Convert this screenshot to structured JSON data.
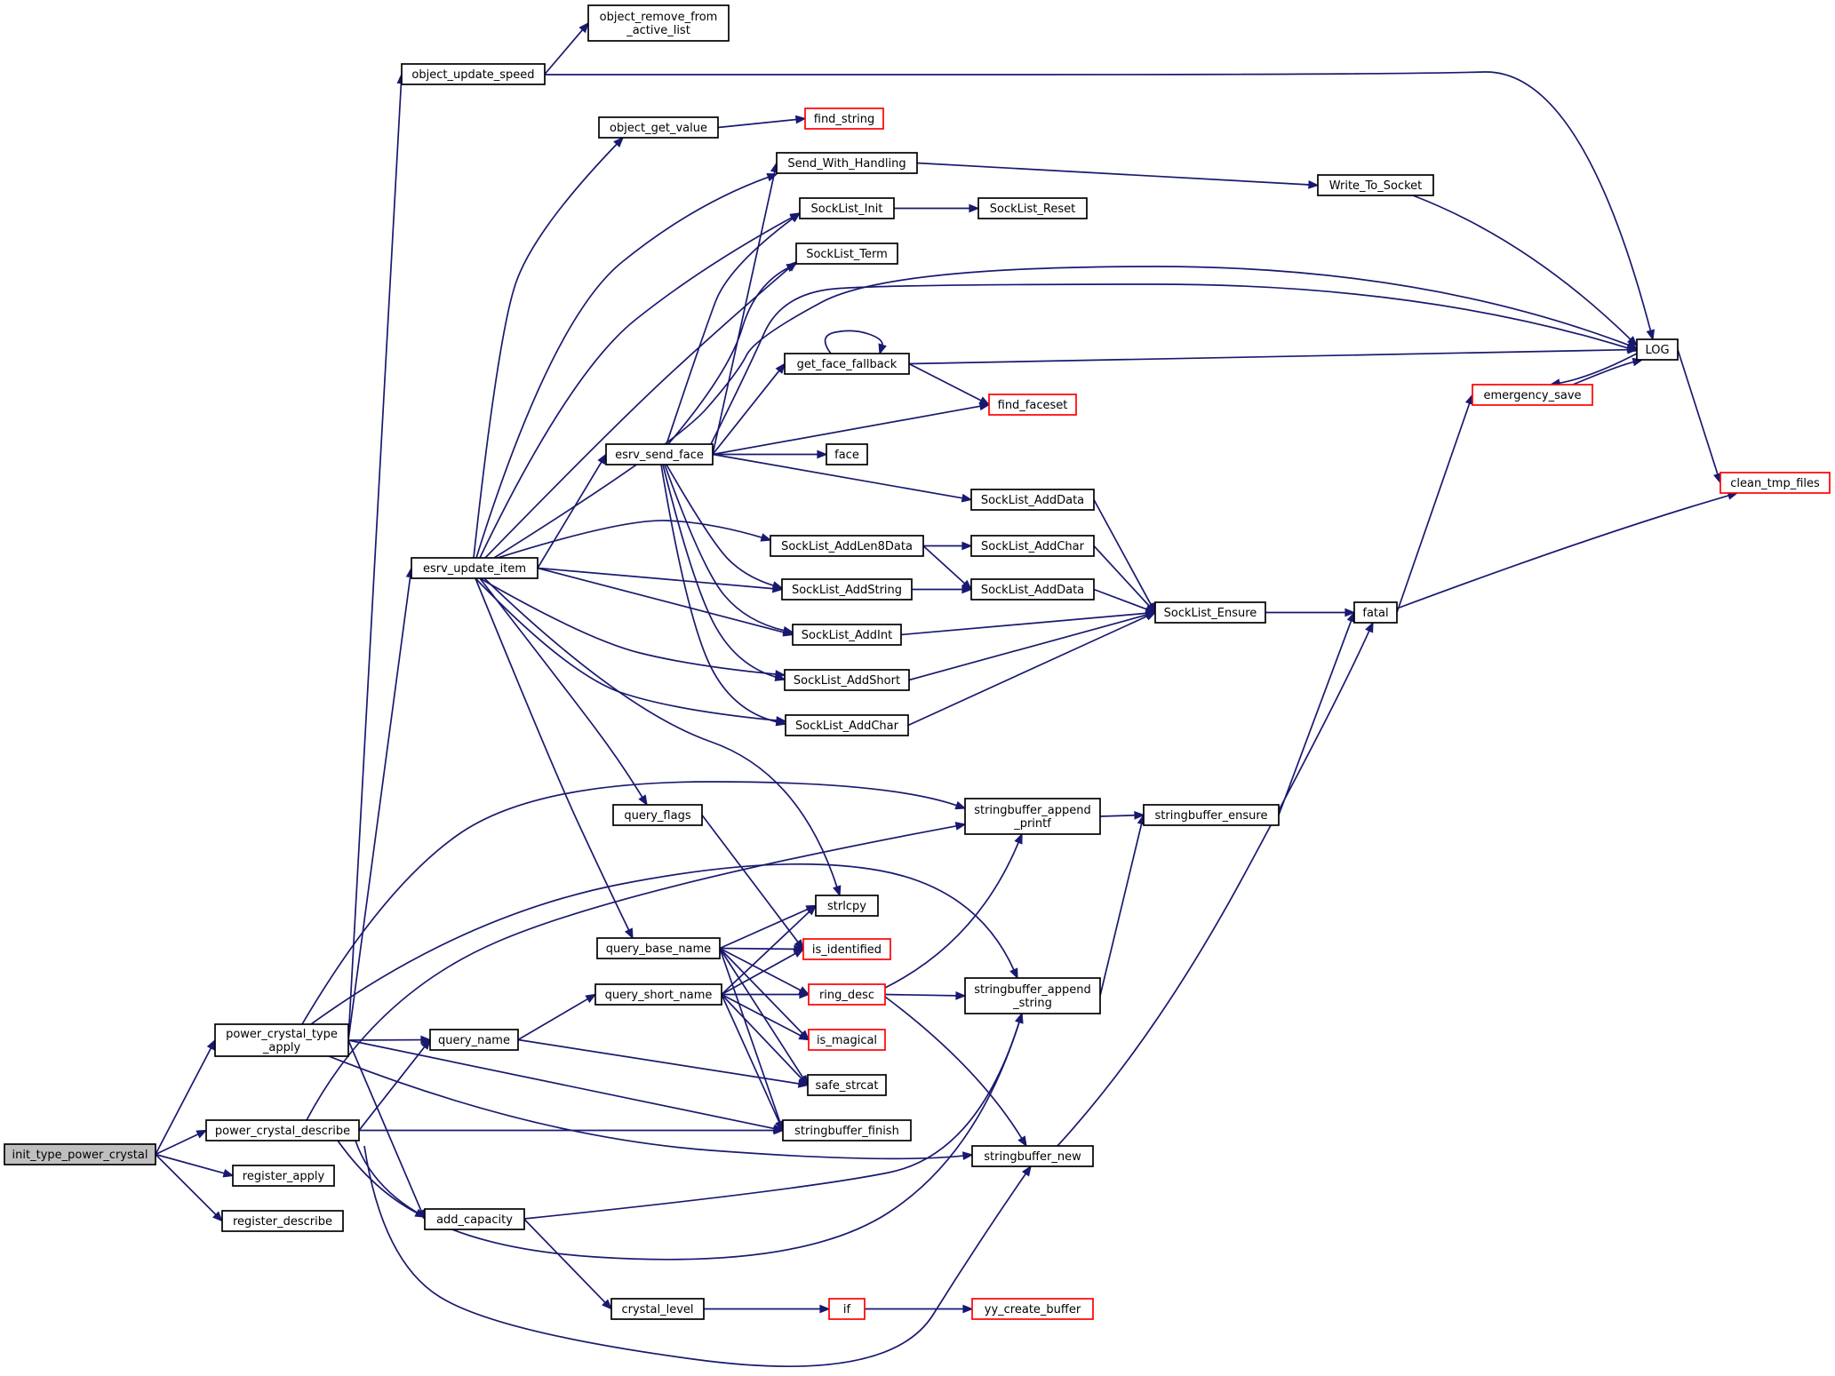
{
  "colors": {
    "edge": "#191970",
    "node_border": "#000000",
    "node_border_unresolved": "#ff0000",
    "root_fill": "#bfbfbf",
    "node_fill": "#ffffff"
  },
  "nodes": [
    {
      "id": "init_type_power_crystal",
      "lines": [
        "init_type_power_crystal"
      ],
      "root": true
    },
    {
      "id": "power_crystal_type_apply",
      "lines": [
        "power_crystal_type",
        "_apply"
      ]
    },
    {
      "id": "power_crystal_describe",
      "lines": [
        "power_crystal_describe"
      ]
    },
    {
      "id": "register_apply",
      "lines": [
        "register_apply"
      ]
    },
    {
      "id": "register_describe",
      "lines": [
        "register_describe"
      ]
    },
    {
      "id": "object_update_speed",
      "lines": [
        "object_update_speed"
      ]
    },
    {
      "id": "esrv_update_item",
      "lines": [
        "esrv_update_item"
      ]
    },
    {
      "id": "query_name",
      "lines": [
        "query_name"
      ]
    },
    {
      "id": "add_capacity",
      "lines": [
        "add_capacity"
      ]
    },
    {
      "id": "object_remove_from_active_list",
      "lines": [
        "object_remove_from",
        "_active_list"
      ]
    },
    {
      "id": "object_get_value",
      "lines": [
        "object_get_value"
      ]
    },
    {
      "id": "esrv_send_face",
      "lines": [
        "esrv_send_face"
      ]
    },
    {
      "id": "query_flags",
      "lines": [
        "query_flags"
      ]
    },
    {
      "id": "query_base_name",
      "lines": [
        "query_base_name"
      ]
    },
    {
      "id": "query_short_name",
      "lines": [
        "query_short_name"
      ]
    },
    {
      "id": "crystal_level",
      "lines": [
        "crystal_level"
      ]
    },
    {
      "id": "find_string",
      "lines": [
        "find_string"
      ],
      "red": true
    },
    {
      "id": "Send_With_Handling",
      "lines": [
        "Send_With_Handling"
      ]
    },
    {
      "id": "SockList_Init",
      "lines": [
        "SockList_Init"
      ]
    },
    {
      "id": "SockList_Term",
      "lines": [
        "SockList_Term"
      ]
    },
    {
      "id": "get_face_fallback",
      "lines": [
        "get_face_fallback"
      ]
    },
    {
      "id": "face",
      "lines": [
        "face"
      ]
    },
    {
      "id": "SockList_AddLen8Data",
      "lines": [
        "SockList_AddLen8Data"
      ]
    },
    {
      "id": "SockList_AddString",
      "lines": [
        "SockList_AddString"
      ]
    },
    {
      "id": "SockList_AddInt",
      "lines": [
        "SockList_AddInt"
      ]
    },
    {
      "id": "SockList_AddShort",
      "lines": [
        "SockList_AddShort"
      ]
    },
    {
      "id": "SockList_AddChar",
      "lines": [
        "SockList_AddChar"
      ]
    },
    {
      "id": "strlcpy",
      "lines": [
        "strlcpy"
      ]
    },
    {
      "id": "is_identified",
      "lines": [
        "is_identified"
      ],
      "red": true
    },
    {
      "id": "ring_desc",
      "lines": [
        "ring_desc"
      ],
      "red": true
    },
    {
      "id": "is_magical",
      "lines": [
        "is_magical"
      ],
      "red": true
    },
    {
      "id": "safe_strcat",
      "lines": [
        "safe_strcat"
      ]
    },
    {
      "id": "stringbuffer_finish",
      "lines": [
        "stringbuffer_finish"
      ]
    },
    {
      "id": "if",
      "lines": [
        "if"
      ],
      "red": true
    },
    {
      "id": "Write_To_Socket",
      "lines": [
        "Write_To_Socket"
      ]
    },
    {
      "id": "SockList_Reset",
      "lines": [
        "SockList_Reset"
      ]
    },
    {
      "id": "find_faceset",
      "lines": [
        "find_faceset"
      ],
      "red": true
    },
    {
      "id": "SockList_AddData_a",
      "lines": [
        "SockList_AddData"
      ]
    },
    {
      "id": "SockList_AddChar_2",
      "lines": [
        "SockList_AddChar"
      ]
    },
    {
      "id": "SockList_AddData_b",
      "lines": [
        "SockList_AddData"
      ]
    },
    {
      "id": "stringbuffer_append_printf",
      "lines": [
        "stringbuffer_append",
        "_printf"
      ]
    },
    {
      "id": "stringbuffer_append_string",
      "lines": [
        "stringbuffer_append",
        "_string"
      ]
    },
    {
      "id": "stringbuffer_new",
      "lines": [
        "stringbuffer_new"
      ]
    },
    {
      "id": "yy_create_buffer",
      "lines": [
        "yy_create_buffer"
      ],
      "red": true
    },
    {
      "id": "SockList_Ensure",
      "lines": [
        "SockList_Ensure"
      ]
    },
    {
      "id": "stringbuffer_ensure",
      "lines": [
        "stringbuffer_ensure"
      ]
    },
    {
      "id": "fatal",
      "lines": [
        "fatal"
      ]
    },
    {
      "id": "emergency_save",
      "lines": [
        "emergency_save"
      ],
      "red": true
    },
    {
      "id": "LOG",
      "lines": [
        "LOG"
      ]
    },
    {
      "id": "clean_tmp_files",
      "lines": [
        "clean_tmp_files"
      ],
      "red": true
    }
  ],
  "edges": [
    [
      "init_type_power_crystal",
      "power_crystal_type_apply"
    ],
    [
      "init_type_power_crystal",
      "power_crystal_describe"
    ],
    [
      "init_type_power_crystal",
      "register_apply"
    ],
    [
      "init_type_power_crystal",
      "register_describe"
    ],
    [
      "power_crystal_type_apply",
      "object_update_speed"
    ],
    [
      "power_crystal_type_apply",
      "esrv_update_item"
    ],
    [
      "power_crystal_type_apply",
      "query_name"
    ],
    [
      "power_crystal_type_apply",
      "add_capacity"
    ],
    [
      "power_crystal_type_apply",
      "stringbuffer_append_printf"
    ],
    [
      "power_crystal_type_apply",
      "stringbuffer_append_string"
    ],
    [
      "power_crystal_type_apply",
      "stringbuffer_finish"
    ],
    [
      "power_crystal_type_apply",
      "stringbuffer_new"
    ],
    [
      "power_crystal_describe",
      "query_name"
    ],
    [
      "power_crystal_describe",
      "add_capacity"
    ],
    [
      "power_crystal_describe",
      "stringbuffer_append_printf"
    ],
    [
      "power_crystal_describe",
      "stringbuffer_append_string"
    ],
    [
      "power_crystal_describe",
      "stringbuffer_finish"
    ],
    [
      "power_crystal_describe",
      "stringbuffer_new"
    ],
    [
      "object_update_speed",
      "object_remove_from_active_list"
    ],
    [
      "object_update_speed",
      "LOG"
    ],
    [
      "esrv_update_item",
      "object_get_value"
    ],
    [
      "esrv_update_item",
      "Send_With_Handling"
    ],
    [
      "esrv_update_item",
      "SockList_Init"
    ],
    [
      "esrv_update_item",
      "SockList_Term"
    ],
    [
      "esrv_update_item",
      "esrv_send_face"
    ],
    [
      "esrv_update_item",
      "SockList_AddLen8Data"
    ],
    [
      "esrv_update_item",
      "SockList_AddString"
    ],
    [
      "esrv_update_item",
      "SockList_AddInt"
    ],
    [
      "esrv_update_item",
      "SockList_AddShort"
    ],
    [
      "esrv_update_item",
      "SockList_AddChar"
    ],
    [
      "esrv_update_item",
      "query_flags"
    ],
    [
      "esrv_update_item",
      "strlcpy"
    ],
    [
      "esrv_update_item",
      "query_base_name"
    ],
    [
      "esrv_update_item",
      "LOG"
    ],
    [
      "query_name",
      "query_short_name"
    ],
    [
      "query_name",
      "safe_strcat"
    ],
    [
      "add_capacity",
      "stringbuffer_append_string"
    ],
    [
      "add_capacity",
      "crystal_level"
    ],
    [
      "object_get_value",
      "find_string"
    ],
    [
      "esrv_send_face",
      "Send_With_Handling"
    ],
    [
      "esrv_send_face",
      "SockList_Init"
    ],
    [
      "esrv_send_face",
      "SockList_Term"
    ],
    [
      "esrv_send_face",
      "get_face_fallback"
    ],
    [
      "esrv_send_face",
      "find_faceset"
    ],
    [
      "esrv_send_face",
      "face"
    ],
    [
      "esrv_send_face",
      "SockList_AddData_a"
    ],
    [
      "esrv_send_face",
      "SockList_AddString"
    ],
    [
      "esrv_send_face",
      "SockList_AddInt"
    ],
    [
      "esrv_send_face",
      "SockList_AddShort"
    ],
    [
      "esrv_send_face",
      "SockList_AddChar"
    ],
    [
      "esrv_send_face",
      "LOG"
    ],
    [
      "query_flags",
      "is_identified"
    ],
    [
      "query_base_name",
      "strlcpy"
    ],
    [
      "query_base_name",
      "is_identified"
    ],
    [
      "query_base_name",
      "ring_desc"
    ],
    [
      "query_base_name",
      "is_magical"
    ],
    [
      "query_base_name",
      "safe_strcat"
    ],
    [
      "query_base_name",
      "stringbuffer_finish"
    ],
    [
      "query_short_name",
      "strlcpy"
    ],
    [
      "query_short_name",
      "is_identified"
    ],
    [
      "query_short_name",
      "ring_desc"
    ],
    [
      "query_short_name",
      "is_magical"
    ],
    [
      "query_short_name",
      "safe_strcat"
    ],
    [
      "query_short_name",
      "stringbuffer_finish"
    ],
    [
      "crystal_level",
      "if"
    ],
    [
      "Send_With_Handling",
      "Write_To_Socket"
    ],
    [
      "SockList_Init",
      "SockList_Reset"
    ],
    [
      "get_face_fallback",
      "get_face_fallback"
    ],
    [
      "get_face_fallback",
      "find_faceset"
    ],
    [
      "get_face_fallback",
      "LOG"
    ],
    [
      "SockList_AddLen8Data",
      "SockList_AddChar_2"
    ],
    [
      "SockList_AddLen8Data",
      "SockList_AddData_b"
    ],
    [
      "SockList_AddString",
      "SockList_AddData_b"
    ],
    [
      "SockList_AddInt",
      "SockList_Ensure"
    ],
    [
      "SockList_AddShort",
      "SockList_Ensure"
    ],
    [
      "SockList_AddChar",
      "SockList_Ensure"
    ],
    [
      "ring_desc",
      "stringbuffer_append_printf"
    ],
    [
      "ring_desc",
      "stringbuffer_append_string"
    ],
    [
      "ring_desc",
      "stringbuffer_new"
    ],
    [
      "if",
      "yy_create_buffer"
    ],
    [
      "Write_To_Socket",
      "LOG"
    ],
    [
      "SockList_AddData_a",
      "SockList_Ensure"
    ],
    [
      "SockList_AddChar_2",
      "SockList_Ensure"
    ],
    [
      "SockList_AddData_b",
      "SockList_Ensure"
    ],
    [
      "stringbuffer_append_printf",
      "stringbuffer_ensure"
    ],
    [
      "stringbuffer_append_string",
      "stringbuffer_ensure"
    ],
    [
      "stringbuffer_new",
      "fatal"
    ],
    [
      "SockList_Ensure",
      "fatal"
    ],
    [
      "stringbuffer_ensure",
      "fatal"
    ],
    [
      "fatal",
      "emergency_save"
    ],
    [
      "fatal",
      "clean_tmp_files"
    ],
    [
      "emergency_save",
      "LOG"
    ],
    [
      "LOG",
      "emergency_save"
    ],
    [
      "LOG",
      "clean_tmp_files"
    ]
  ]
}
